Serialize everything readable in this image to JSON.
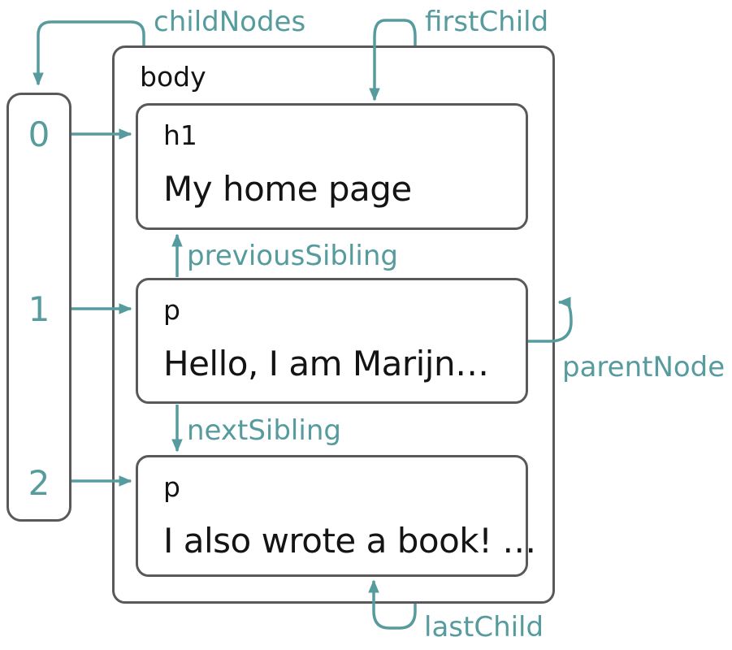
{
  "colors": {
    "accent_teal": "#569b9d",
    "box_border": "#59595b",
    "text": "#141414",
    "background": "#ffffff"
  },
  "relation_labels": {
    "child_nodes": "childNodes",
    "first_child": "firstChild",
    "previous_sibling": "previousSibling",
    "next_sibling": "nextSibling",
    "parent_node": "parentNode",
    "last_child": "lastChild"
  },
  "child_indices": [
    "0",
    "1",
    "2"
  ],
  "nodes": {
    "body": {
      "tag": "body"
    },
    "h1": {
      "tag": "h1",
      "content": "My home page"
    },
    "p_first": {
      "tag": "p",
      "content": "Hello, I am Marijn…"
    },
    "p_second": {
      "tag": "p",
      "content": "I also wrote a book! …"
    }
  }
}
